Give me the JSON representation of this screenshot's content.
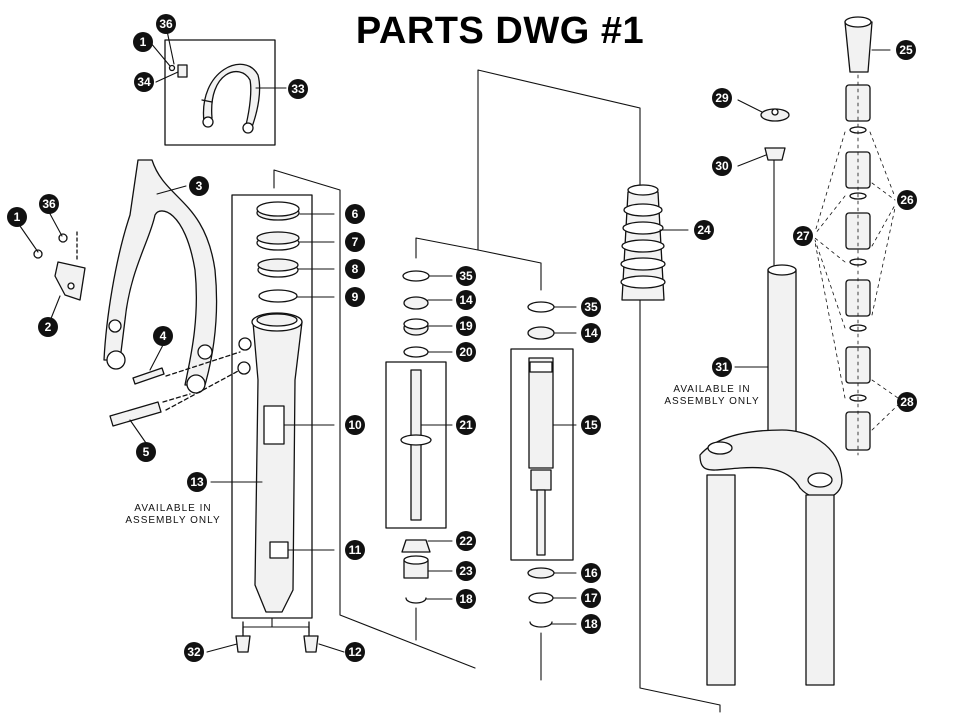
{
  "title": "PARTS DWG #1",
  "notes": {
    "lower_leg": [
      "AVAILABLE IN",
      "ASSEMBLY ONLY"
    ],
    "steerer": [
      "AVAILABLE IN",
      "ASSEMBLY ONLY"
    ]
  },
  "callouts": {
    "c1a": "1",
    "c36a": "36",
    "c34": "34",
    "c33": "33",
    "c3": "3",
    "c36b": "36",
    "c1b": "1",
    "c2": "2",
    "c4": "4",
    "c5": "5",
    "c6": "6",
    "c7": "7",
    "c8": "8",
    "c9": "9",
    "c10": "10",
    "c13": "13",
    "c11": "11",
    "c32": "32",
    "c12": "12",
    "c35a": "35",
    "c14a": "14",
    "c19": "19",
    "c20": "20",
    "c21": "21",
    "c22": "22",
    "c23": "23",
    "c18a": "18",
    "c35b": "35",
    "c14b": "14",
    "c15": "15",
    "c16": "16",
    "c17": "17",
    "c18b": "18",
    "c24": "24",
    "c25": "25",
    "c29": "29",
    "c30": "30",
    "c31": "31",
    "c26": "26",
    "c27": "27",
    "c28": "28"
  },
  "colors": {
    "ink": "#111111",
    "callout_fill": "#111111",
    "callout_text": "#ffffff",
    "part_fill": "#f2f2f2"
  }
}
